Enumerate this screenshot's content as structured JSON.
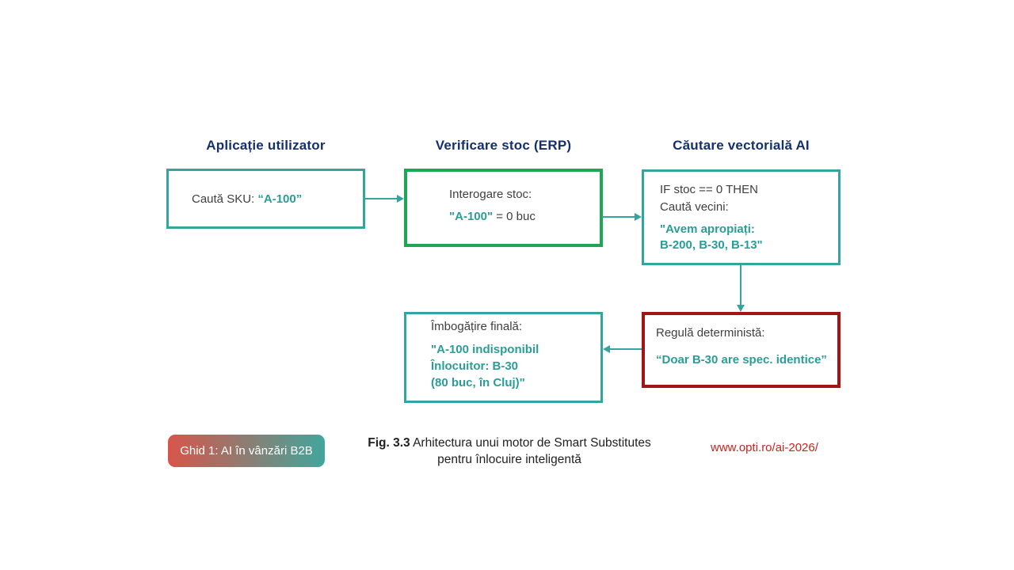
{
  "headers": [
    "Aplicație utilizator",
    "Verificare stoc (ERP)",
    "Căutare vectorială AI"
  ],
  "boxes": {
    "app": {
      "prefix": "Caută SKU: ",
      "sku": "“A-100”"
    },
    "erp": {
      "title": "Interogare stoc:",
      "sku": "\"A-100\"",
      "result": " = 0 buc"
    },
    "vector": {
      "cond1": "IF stoc == 0 THEN",
      "cond2": "Caută vecini:",
      "msg1": "\"Avem apropiați:",
      "msg2": "B-200, B-30, B-13\""
    },
    "rule": {
      "title": "Regulă deterministă:",
      "msg": "“Doar B-30 are spec. identice”"
    },
    "enrich": {
      "title": "Îmbogățire finală:",
      "msg1": "\"A-100 indisponibil",
      "msg2": "Înlocuitor: B-30",
      "msg3": "(80 buc, în Cluj)\""
    }
  },
  "footer": {
    "badge": "Ghid 1: AI în vânzări B2B",
    "caption_bold": "Fig. 3.3",
    "caption_rest": " Arhitectura unui motor de Smart Substitutes",
    "caption_line2": "pentru înlocuire inteligentă",
    "url": "www.opti.ro/ai-2026/"
  },
  "colors": {
    "teal_border": "#35a39e",
    "teal_text": "#2a9d97",
    "green_border": "#1da654",
    "red_border": "#a31414",
    "navy_header": "#15306b",
    "body_text": "#3f3f3f",
    "url_red": "#c9241f",
    "badge_gradient_start": "#d8554a",
    "badge_gradient_end": "#41a69c"
  }
}
